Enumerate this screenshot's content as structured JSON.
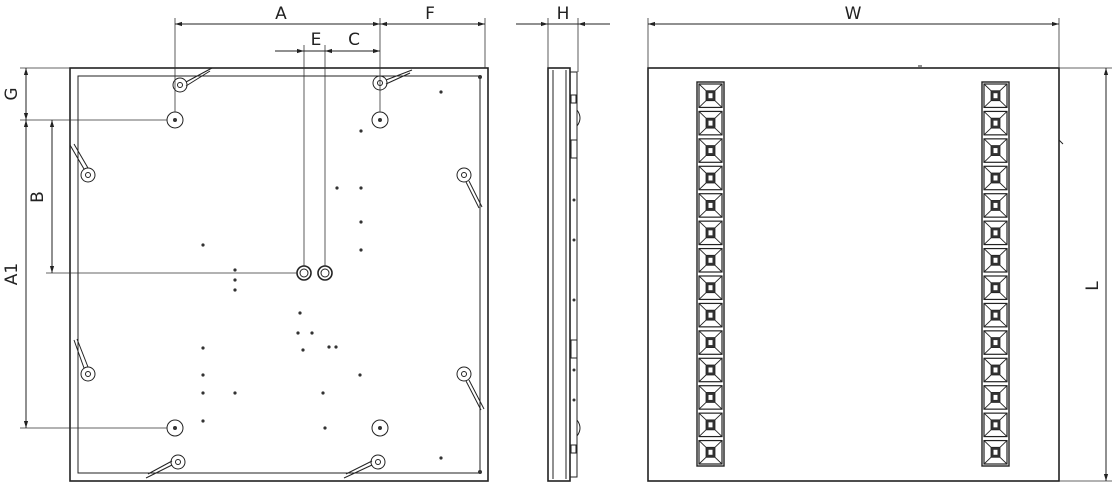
{
  "dimension_labels": {
    "A": "A",
    "F": "F",
    "E": "E",
    "C": "C",
    "G": "G",
    "B": "B",
    "A1": "A1",
    "H": "H",
    "W": "W",
    "L": "L"
  },
  "views": [
    "back-view",
    "side-view",
    "front-view"
  ],
  "front_view": {
    "louver_columns": 2,
    "cells_per_column": 14
  }
}
